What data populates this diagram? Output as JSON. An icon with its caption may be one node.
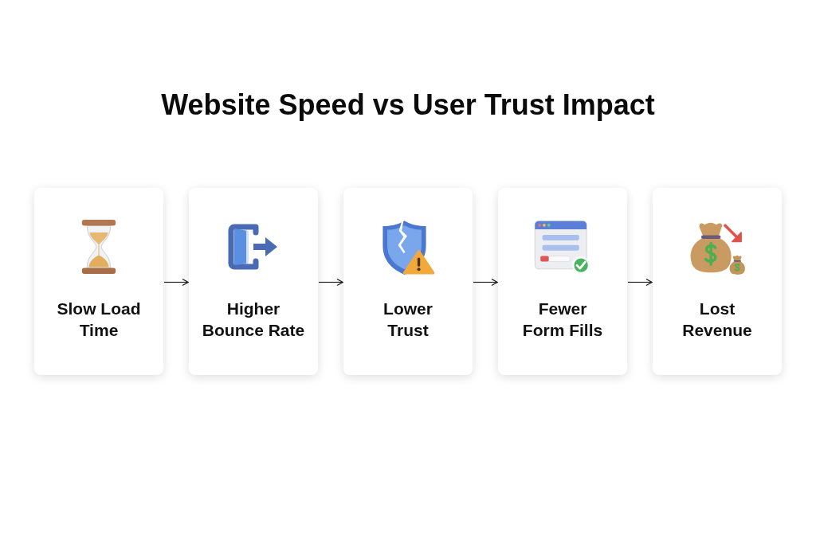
{
  "diagram": {
    "title": "Website Speed vs User Trust Impact",
    "nodes": [
      {
        "text": [
          "Slow Load Time"
        ]
      },
      {
        "text": [
          "Higher Bounce Rate"
        ]
      },
      {
        "text": [
          "Lower Trust"
        ]
      },
      {
        "text": [
          "Fewer Form Fills"
        ]
      },
      {
        "text": [
          "Lost Revenue"
        ]
      }
    ],
    "edges": [
      {
        "from": 0,
        "to": 1,
        "arrow": "to"
      },
      {
        "from": 1,
        "to": 2,
        "arrow": "to"
      },
      {
        "from": 2,
        "to": 3,
        "arrow": "to"
      },
      {
        "from": 3,
        "to": 4,
        "arrow": "to"
      }
    ]
  }
}
